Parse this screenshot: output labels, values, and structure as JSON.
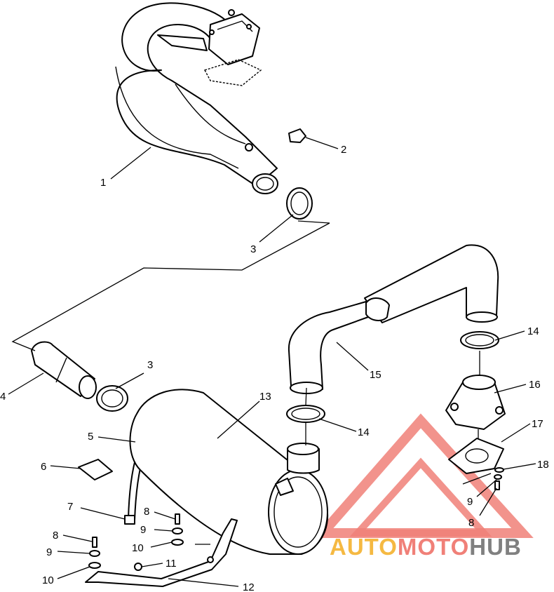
{
  "callouts": [
    {
      "id": "c1",
      "label": "1"
    },
    {
      "id": "c2",
      "label": "2"
    },
    {
      "id": "c3a",
      "label": "3"
    },
    {
      "id": "c3b",
      "label": "3"
    },
    {
      "id": "c4",
      "label": "4"
    },
    {
      "id": "c5",
      "label": "5"
    },
    {
      "id": "c6",
      "label": "6"
    },
    {
      "id": "c7",
      "label": "7"
    },
    {
      "id": "c8a",
      "label": "8"
    },
    {
      "id": "c8b",
      "label": "8"
    },
    {
      "id": "c8c",
      "label": "8"
    },
    {
      "id": "c9a",
      "label": "9"
    },
    {
      "id": "c9b",
      "label": "9"
    },
    {
      "id": "c9c",
      "label": "9"
    },
    {
      "id": "c10a",
      "label": "10"
    },
    {
      "id": "c10b",
      "label": "10"
    },
    {
      "id": "c11",
      "label": "11"
    },
    {
      "id": "c12",
      "label": "12"
    },
    {
      "id": "c13",
      "label": "13"
    },
    {
      "id": "c14a",
      "label": "14"
    },
    {
      "id": "c14b",
      "label": "14"
    },
    {
      "id": "c15",
      "label": "15"
    },
    {
      "id": "c16",
      "label": "16"
    },
    {
      "id": "c17",
      "label": "17"
    },
    {
      "id": "c18",
      "label": "18"
    }
  ],
  "watermark": {
    "word_part1": "AUTO",
    "word_part2": "MOTO",
    "word_part3": "HUB",
    "color_part1": "#f5b942",
    "color_part2": "#f08078",
    "color_part3": "#808080",
    "logo_color": "#f08078"
  }
}
